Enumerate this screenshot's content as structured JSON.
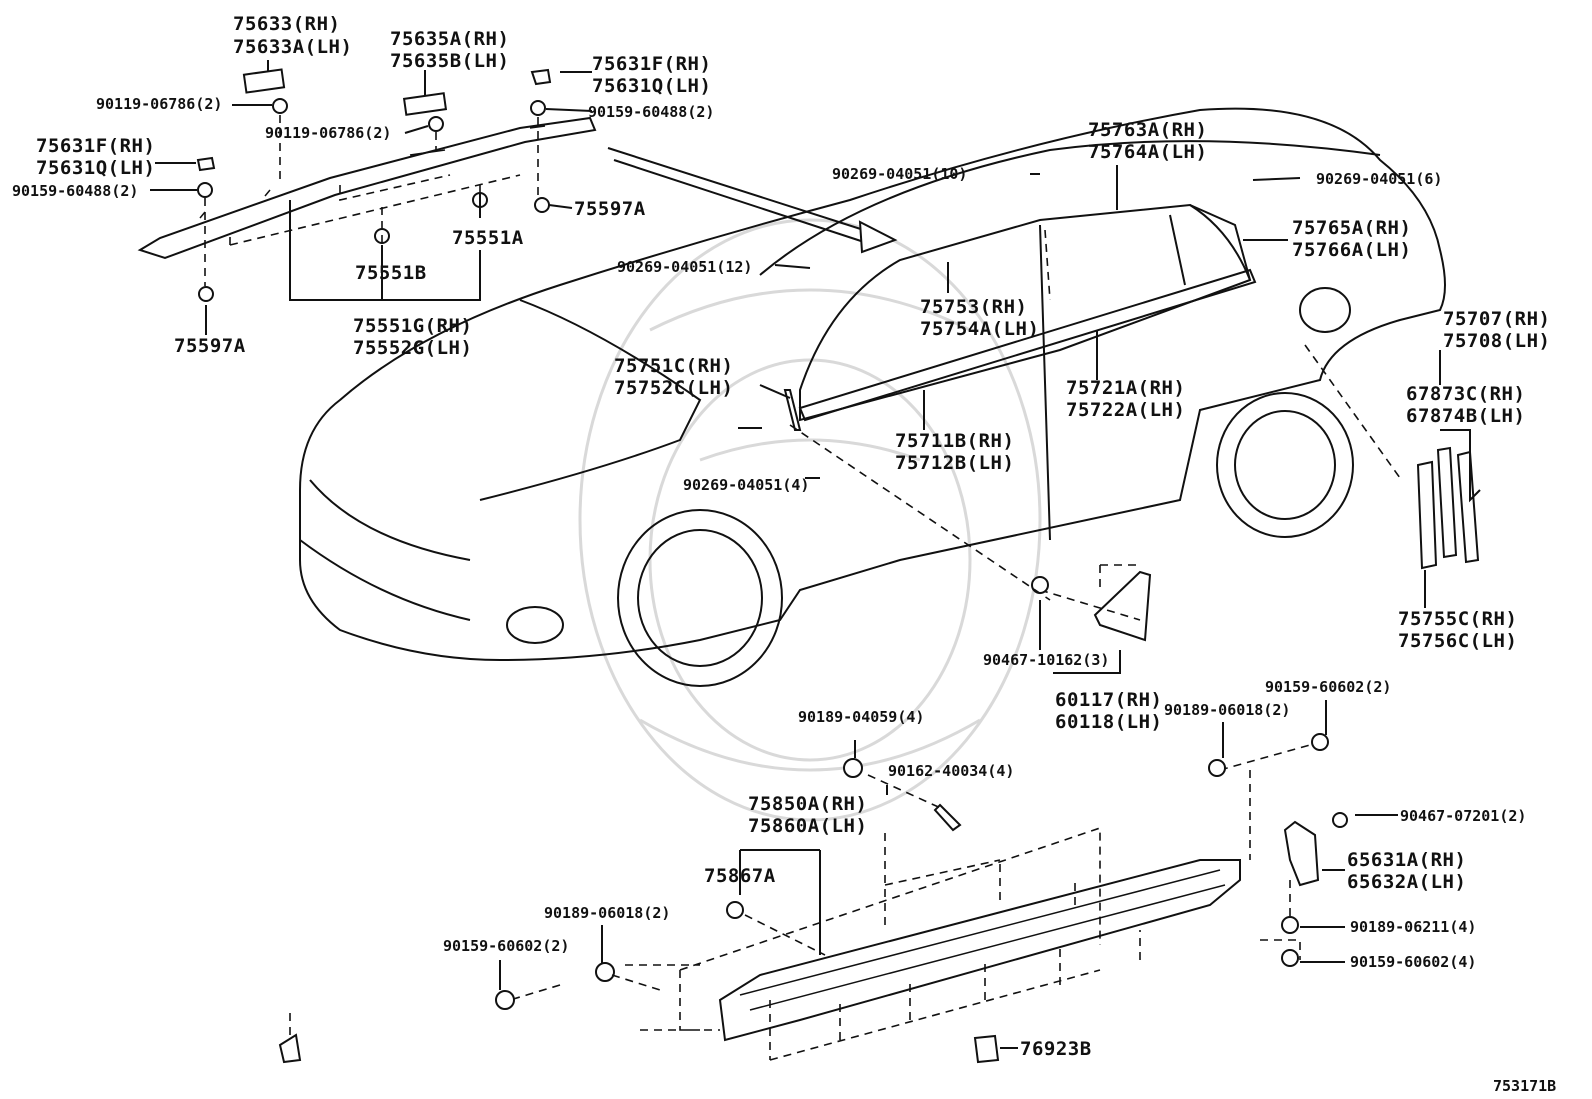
{
  "diagram": {
    "labels": {
      "p75633_rh": "75633(RH)",
      "p75633a_lh": "75633A(LH)",
      "p75635a_rh": "75635A(RH)",
      "p75635b_lh": "75635B(LH)",
      "p75631f_rh_top": "75631F(RH)",
      "p75631q_lh_top": "75631Q(LH)",
      "p90159_60488_top": "90159-60488(2)",
      "p90119_06786_a": "90119-06786(2)",
      "p90119_06786_b": "90119-06786(2)",
      "p75631f_rh_left": "75631F(RH)",
      "p75631q_lh_left": "75631Q(LH)",
      "p90159_60488_left": "90159-60488(2)",
      "p75597a_top": "75597A",
      "p75551a": "75551A",
      "p75551b": "75551B",
      "p75551g_rh": "75551G(RH)",
      "p75552g_lh": "75552G(LH)",
      "p75597a_bottom": "75597A",
      "p90269_04051_10": "90269-04051(10)",
      "p75763a_rh": "75763A(RH)",
      "p75764a_lh": "75764A(LH)",
      "p90269_04051_6": "90269-04051(6)",
      "p75765a_rh": "75765A(RH)",
      "p75766a_lh": "75766A(LH)",
      "p90269_04051_12": "90269-04051(12)",
      "p75753_rh": "75753(RH)",
      "p75754a_lh": "75754A(LH)",
      "p75707_rh": "75707(RH)",
      "p75708_lh": "75708(LH)",
      "p75751c_rh": "75751C(RH)",
      "p75752c_lh": "75752C(LH)",
      "p75721a_rh": "75721A(RH)",
      "p75722a_lh": "75722A(LH)",
      "p67873c_rh": "67873C(RH)",
      "p67874b_lh": "67874B(LH)",
      "p75711b_rh": "75711B(RH)",
      "p75712b_lh": "75712B(LH)",
      "p90269_04051_4": "90269-04051(4)",
      "p75755c_rh": "75755C(RH)",
      "p75756c_lh": "75756C(LH)",
      "p90467_10162": "90467-10162(3)",
      "p60117_rh": "60117(RH)",
      "p60118_lh": "60118(LH)",
      "p90159_60602_right": "90159-60602(2)",
      "p90189_06018_right": "90189-06018(2)",
      "p90189_04059": "90189-04059(4)",
      "p90162_40034": "90162-40034(4)",
      "p75850a_rh": "75850A(RH)",
      "p75860a_lh": "75860A(LH)",
      "p90467_07201": "90467-07201(2)",
      "p75867a": "75867A",
      "p65631a_rh": "65631A(RH)",
      "p65632a_lh": "65632A(LH)",
      "p90189_06018_left": "90189-06018(2)",
      "p90159_60602_left": "90159-60602(2)",
      "p90189_06211": "90189-06211(4)",
      "p90159_60602_bottom": "90159-60602(4)",
      "p76923b": "76923B",
      "diagram_id": "753171B"
    }
  }
}
